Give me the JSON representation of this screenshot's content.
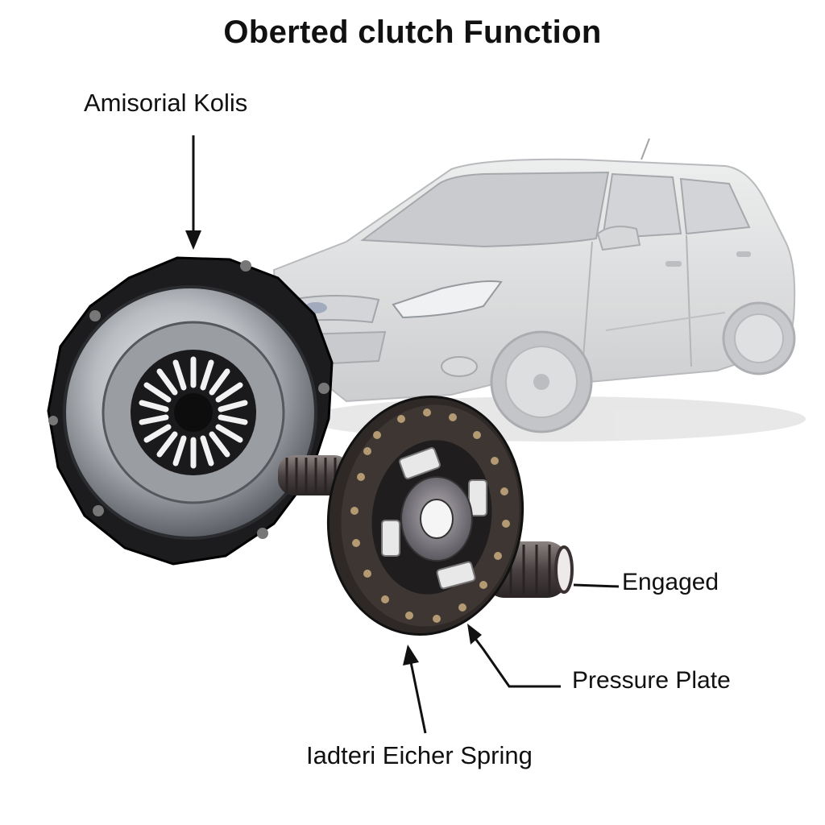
{
  "title": "Oberted clutch Function",
  "labels": {
    "top_left": "Amisorial Kolis",
    "engaged": "Engaged",
    "pressure_plate": "Pressure Plate",
    "spring": "Iadteri Eicher Spring"
  },
  "colors": {
    "text": "#111111",
    "car_body": "#d9dadc",
    "metal": "#8a8d92",
    "friction": "#3a3432"
  }
}
